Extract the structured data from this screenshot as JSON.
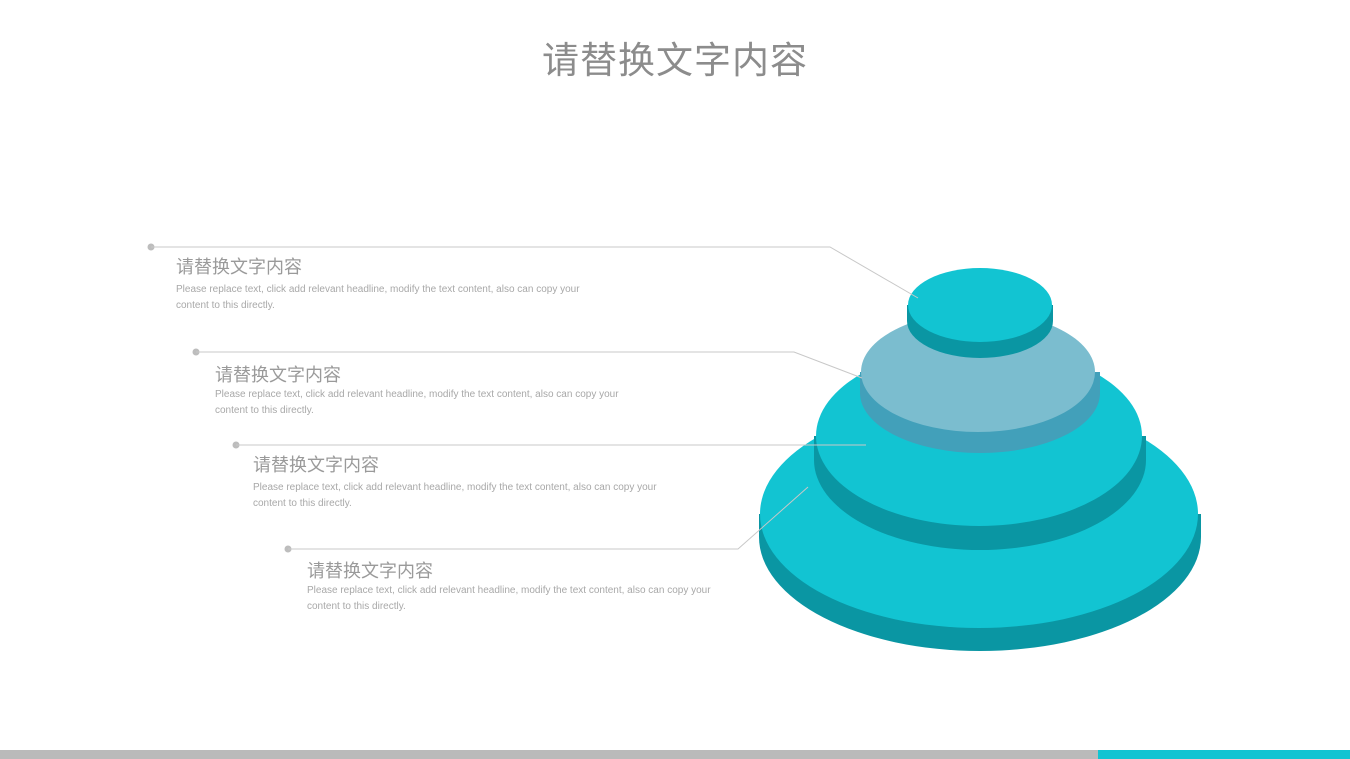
{
  "header": {
    "title": "请替换文字内容"
  },
  "colors": {
    "accent": "#12c4d2",
    "accent_dark": "#0a96a3",
    "tier2_top": "#7bbdcf",
    "tier2_side": "#42a0ba",
    "connector": "#c8c8c8",
    "text_gray": "#9a9a9a",
    "footer_gray": "#bababa"
  },
  "items": [
    {
      "title": "请替换文字内容",
      "description": "Please replace text, click add relevant headline, modify the text content, also can copy your content to this directly."
    },
    {
      "title": "请替换文字内容",
      "description": "Please replace text, click add relevant headline, modify the text content, also can copy your content to this directly."
    },
    {
      "title": "请替换文字内容",
      "description": "Please replace text, click add relevant headline, modify the text content, also can copy your content to this directly."
    },
    {
      "title": "请替换文字内容",
      "description": "Please replace text, click add relevant headline, modify the text content, also can copy your content to this directly."
    }
  ],
  "pyramid": {
    "tiers": 4
  }
}
